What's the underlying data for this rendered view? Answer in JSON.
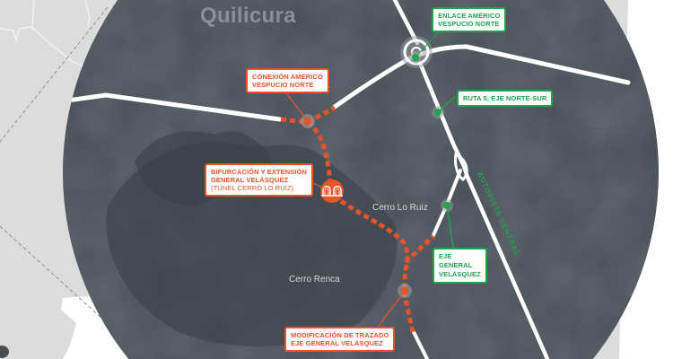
{
  "map": {
    "colors": {
      "circle_fill": "#474e56",
      "outside_fill": "#dcdcdc",
      "water": "#ffffff",
      "road": "#ffffff",
      "project_route": "#e8532a",
      "existing_marker": "#1ea54e",
      "node_halo": "#9a9ea3"
    },
    "town_label": "Quilicura",
    "places": [
      {
        "id": "cerro-lo-ruiz",
        "label": "Cerro Lo Ruiz"
      },
      {
        "id": "cerro-renca",
        "label": "Cerro Renca"
      }
    ],
    "road_names": [
      {
        "id": "autopista-central",
        "label": "AUTOPISTA CENTRAL"
      }
    ],
    "project_labels": [
      {
        "id": "conexion-americo-vespucio-norte",
        "lines": [
          "CONEXIÓN AMÉRICO",
          "VESPUCIO NORTE"
        ]
      },
      {
        "id": "bifurcacion-extension",
        "lines": [
          "BIFURCACIÓN Y EXTENSIÓN",
          "GENERAL VELÁSQUEZ"
        ],
        "sub": "(TÚNEL CERRO LO RUIZ)"
      },
      {
        "id": "modificacion-trazado",
        "lines": [
          "MODIFICACIÓN DE TRAZADO",
          "EJE GENERAL VELÁSQUEZ"
        ]
      }
    ],
    "existing_labels": [
      {
        "id": "enlace-americo-vespucio-norte",
        "lines": [
          "ENLACE AMÉRICO",
          "VESPUCIO NORTE"
        ]
      },
      {
        "id": "ruta-5",
        "lines": [
          "RUTA 5, EJE NORTE-SUR"
        ]
      },
      {
        "id": "eje-general-velasquez",
        "lines": [
          "EJE",
          "GENERAL",
          "VELÁSQUEZ"
        ]
      }
    ],
    "icons": {
      "tunnel": "tunnel-icon"
    }
  }
}
